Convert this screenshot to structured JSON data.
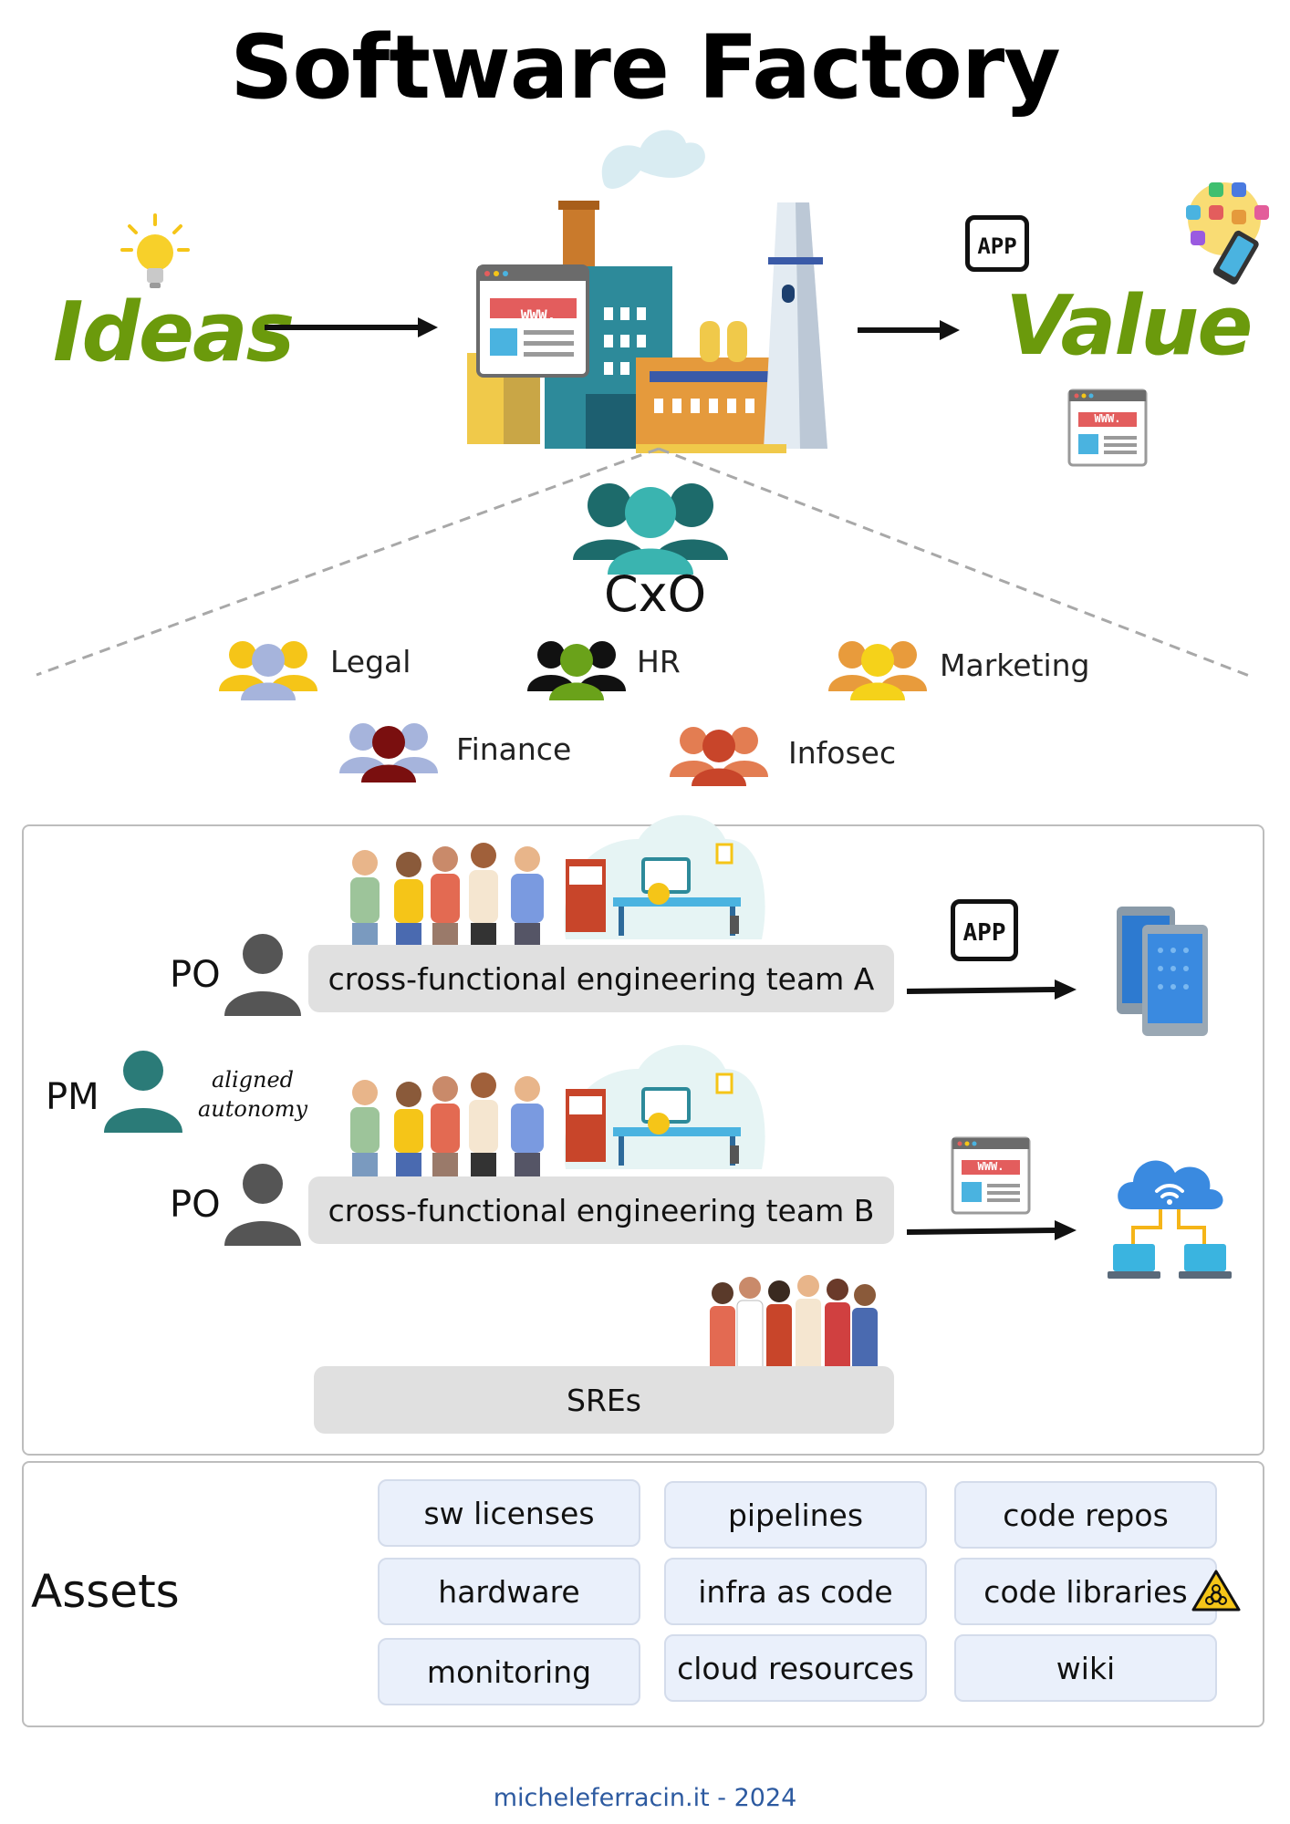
{
  "title": "Software Factory",
  "flow": {
    "input_label": "Ideas",
    "output_label": "Value",
    "app_badge": "APP",
    "www_badge": "WWW."
  },
  "leadership": {
    "label": "CxO"
  },
  "departments": [
    {
      "label": "Legal",
      "colors": [
        "#f5c518",
        "#a6b4dc"
      ]
    },
    {
      "label": "HR",
      "colors": [
        "#111111",
        "#6aa21a"
      ]
    },
    {
      "label": "Marketing",
      "colors": [
        "#e89b3c",
        "#f5d21a"
      ]
    },
    {
      "label": "Finance",
      "colors": [
        "#a6b4dc",
        "#7a0f0f"
      ]
    },
    {
      "label": "Infosec",
      "colors": [
        "#e37d52",
        "#c8452a"
      ]
    }
  ],
  "teams": {
    "pm_label": "PM",
    "po_label": "PO",
    "aligned_line1": "aligned",
    "aligned_line2": "autonomy",
    "team_a": "cross-functional engineering team A",
    "team_b": "cross-functional engineering team B",
    "sres": "SREs",
    "app_badge": "APP",
    "www_badge": "WWW."
  },
  "assets": {
    "label": "Assets",
    "items": [
      "sw licenses",
      "pipelines",
      "code repos",
      "hardware",
      "infra as code",
      "code libraries",
      "monitoring",
      "cloud resources",
      "wiki"
    ]
  },
  "colors": {
    "accent_green": "#6b9a0c",
    "cxo_teal": "#2b7b78",
    "pm_teal": "#2b7b78",
    "po_gray": "#555555",
    "team_bar": "#e0e0e0",
    "asset_fill": "#eaf0fb",
    "footer_blue": "#2d5aa0"
  },
  "footer": "micheleferracin.it - 2024"
}
